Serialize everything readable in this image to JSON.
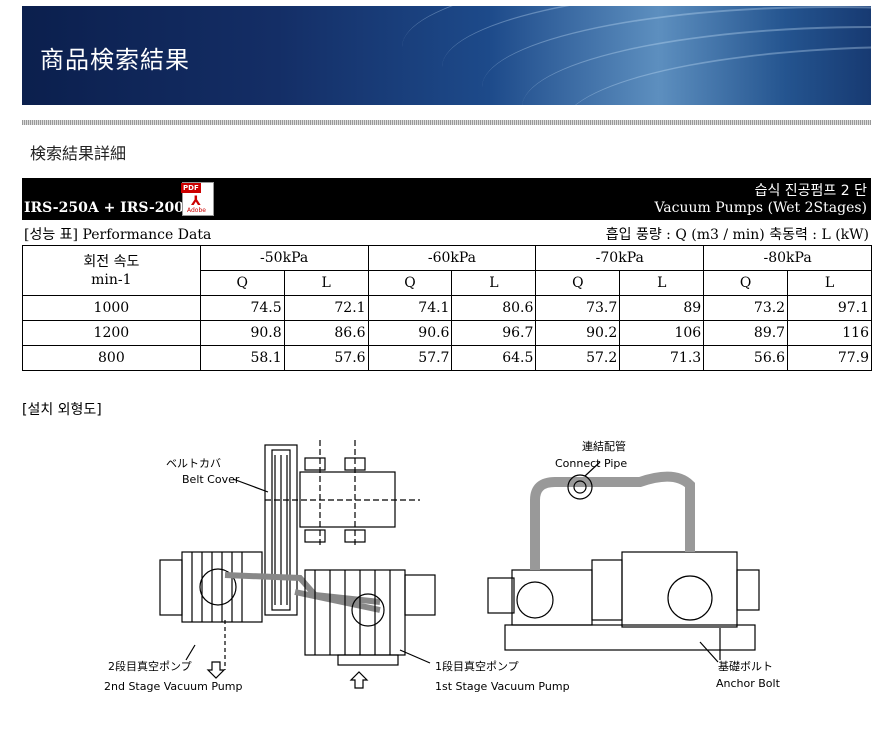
{
  "banner": {
    "title": "商品検索結果"
  },
  "section": {
    "title": "検索結果詳細"
  },
  "product": {
    "model": "IRS-250A + IRS-200C",
    "name_ko": "습식 진공펌프 2 단",
    "name_en": "Vacuum Pumps (Wet 2Stages)",
    "pdf_label": "PDF",
    "pdf_brand": "Adobe"
  },
  "performance": {
    "label": "[성능 표] Performance Data",
    "units": "흡입 풍량 : Q (m3 / min) 축동력 : L (kW)",
    "row_header_ko": "회전 속도",
    "row_header_en": "min-1",
    "pressures": [
      "-50kPa",
      "-60kPa",
      "-70kPa",
      "-80kPa"
    ],
    "sub": [
      "Q",
      "L",
      "Q",
      "L",
      "Q",
      "L",
      "Q",
      "L"
    ],
    "rows": [
      {
        "speed": "1000",
        "values": [
          "74.5",
          "72.1",
          "74.1",
          "80.6",
          "73.7",
          "89",
          "73.2",
          "97.1"
        ]
      },
      {
        "speed": "1200",
        "values": [
          "90.8",
          "86.6",
          "90.6",
          "96.7",
          "90.2",
          "106",
          "89.7",
          "116"
        ]
      },
      {
        "speed": "800",
        "values": [
          "58.1",
          "57.6",
          "57.7",
          "64.5",
          "57.2",
          "71.3",
          "56.6",
          "77.9"
        ]
      }
    ]
  },
  "installation": {
    "label": "[설치 외형도]",
    "callouts": {
      "belt_jp": "ベルトカバ",
      "belt_en": "Belt Cover",
      "pipe_jp": "連結配管",
      "pipe_en": "Connect Pipe",
      "stage2_jp": "2段目真空ポンプ",
      "stage2_en": "2nd Stage Vacuum Pump",
      "stage1_jp": "1段目真空ポンプ",
      "stage1_en": "1st Stage Vacuum Pump",
      "anchor_jp": "基礎ボルト",
      "anchor_en": "Anchor Bolt"
    }
  }
}
